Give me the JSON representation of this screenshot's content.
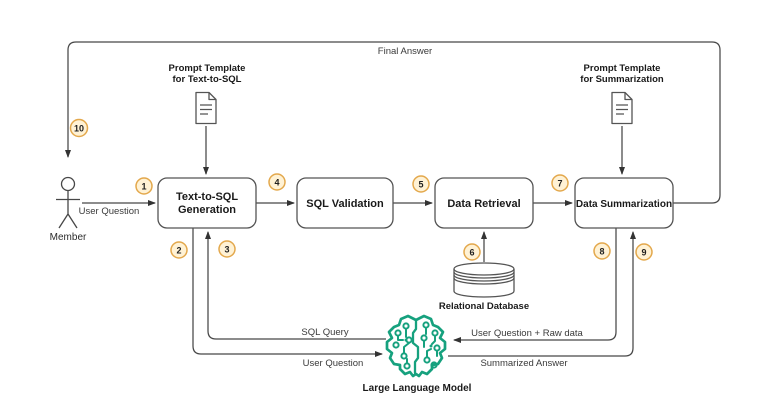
{
  "nodes": {
    "member": "Member",
    "text_to_sql_line1": "Text-to-SQL",
    "text_to_sql_line2": "Generation",
    "sql_validation": "SQL Validation",
    "data_retrieval": "Data Retrieval",
    "data_summarization": "Data Summarization",
    "prompt_template_text_to_sql_line1": "Prompt Template",
    "prompt_template_text_to_sql_line2": "for Text-to-SQL",
    "prompt_template_summarization_line1": "Prompt Template",
    "prompt_template_summarization_line2": "for Summarization",
    "relational_database": "Relational Database",
    "large_language_model": "Large Language Model"
  },
  "edge_labels": {
    "final_answer": "Final Answer",
    "user_question_member": "User Question",
    "user_question_llm": "User Question",
    "sql_query": "SQL Query",
    "user_question_raw_data": "User Question + Raw data",
    "summarized_answer": "Summarized Answer"
  },
  "steps": [
    "1",
    "2",
    "3",
    "4",
    "5",
    "6",
    "7",
    "8",
    "9",
    "10"
  ],
  "colors": {
    "line": "#474747",
    "step_circle_fill": "#fff2d5",
    "step_circle_stroke": "#e3a84c",
    "llm_green": "#16a17e"
  }
}
